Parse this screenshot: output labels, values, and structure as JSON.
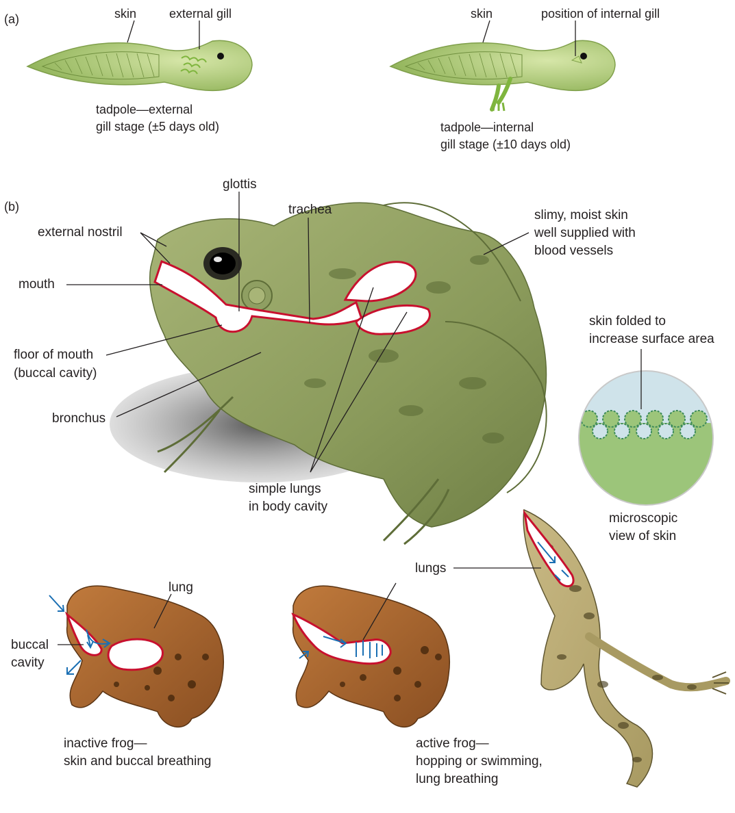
{
  "panels": {
    "a": "(a)",
    "b": "(b)"
  },
  "tadpole_external": {
    "skin": "skin",
    "gill": "external gill",
    "caption_1": "tadpole—external",
    "caption_2": "gill stage (±5 days old)"
  },
  "tadpole_internal": {
    "skin": "skin",
    "gill": "position of internal gill",
    "caption_1": "tadpole—internal",
    "caption_2": "gill stage (±10 days old)"
  },
  "frog_anatomy": {
    "glottis": "glottis",
    "trachea": "trachea",
    "external_nostril": "external nostril",
    "mouth": "mouth",
    "floor_1": "floor of mouth",
    "floor_2": "(buccal cavity)",
    "bronchus": "bronchus",
    "lungs_1": "simple lungs",
    "lungs_2": "in body cavity",
    "skin_1": "slimy, moist skin",
    "skin_2": "well supplied with",
    "skin_3": "blood vessels"
  },
  "skin_view": {
    "top_1": "skin folded to",
    "top_2": "increase surface area",
    "caption_1": "microscopic",
    "caption_2": "view of skin"
  },
  "inactive_frog": {
    "lung": "lung",
    "buccal_1": "buccal",
    "buccal_2": "cavity",
    "caption_1": "inactive frog—",
    "caption_2": "skin and buccal breathing"
  },
  "active_frog": {
    "lungs": "lungs",
    "caption_1": "active frog—",
    "caption_2": "hopping or swimming,",
    "caption_3": "lung breathing"
  },
  "colors": {
    "tadpole_green": "#a9c97a",
    "frog_olive": "#8a9a5b",
    "toad_brown": "#a0602a",
    "organ_outline": "#c8102e",
    "arrow_blue": "#1a6fb3",
    "skin_bg": "#cfe3ea",
    "skin_tissue": "#9cc57a"
  }
}
